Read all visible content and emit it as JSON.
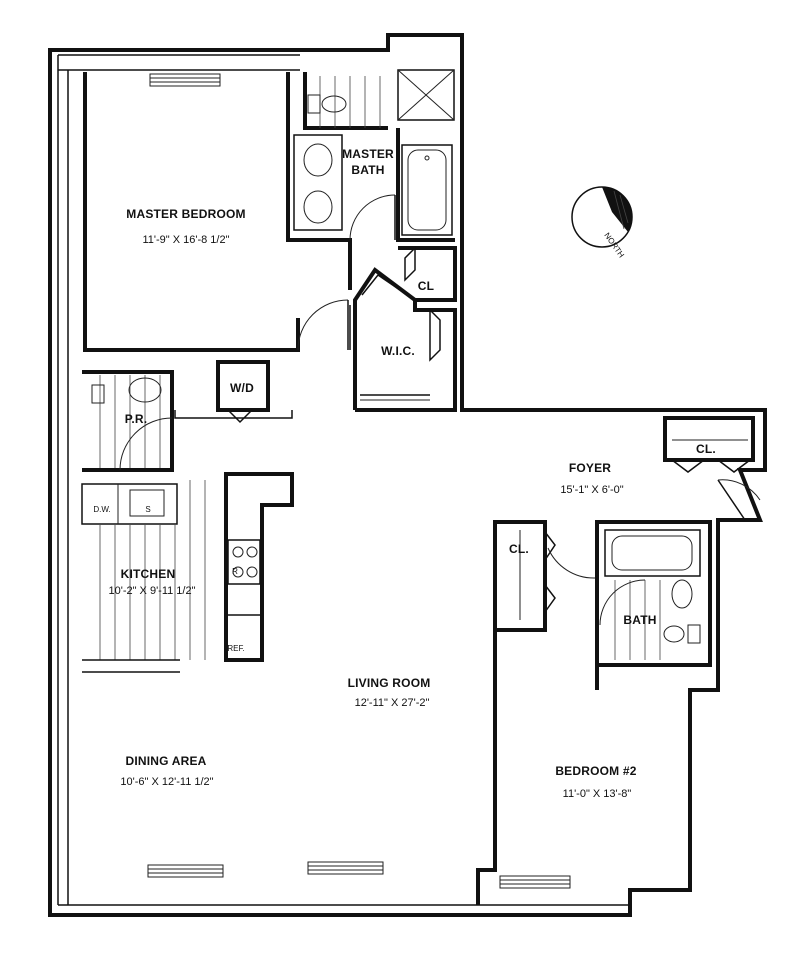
{
  "rooms": {
    "master_bedroom": {
      "name": "MASTER BEDROOM",
      "dims": "11'-9\" X 16'-8 1/2\""
    },
    "master_bath": {
      "line1": "MASTER",
      "line2": "BATH"
    },
    "closet_master": "CL",
    "wic": "W.I.C.",
    "wd": "W/D",
    "powder_room": "P.R.",
    "kitchen": {
      "name": "KITCHEN",
      "dims": "10'-2\" X 9'-11 1/2\""
    },
    "dishwasher": "D.W.",
    "sink": "S",
    "range": "R",
    "refrigerator": "REF.",
    "foyer": {
      "name": "FOYER",
      "dims": "15'-1\" X 6'-0\""
    },
    "closet_foyer": "CL.",
    "closet_hall": "CL.",
    "bath": "BATH",
    "living_room": {
      "name": "LIVING ROOM",
      "dims": "12'-11\" X 27'-2\""
    },
    "dining_area": {
      "name": "DINING AREA",
      "dims": "10'-6\" X 12'-11 1/2\""
    },
    "bedroom2": {
      "name": "BEDROOM #2",
      "dims": "11'-0\" X 13'-8\""
    }
  },
  "compass": {
    "label": "NORTH"
  }
}
